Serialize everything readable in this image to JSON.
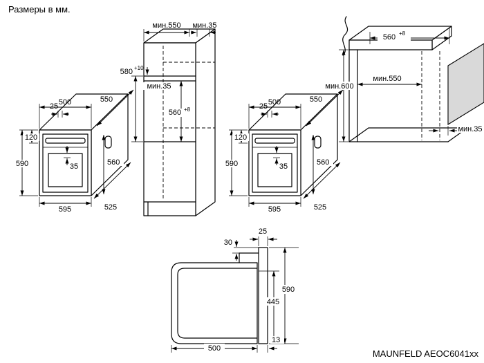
{
  "page": {
    "units_note": "Размеры в мм.",
    "model": "MAUNFELD AEOC6041xx"
  },
  "colors": {
    "line": "#000000",
    "wall_fill": "#d9d9d9",
    "background": "#ffffff"
  },
  "oven": {
    "top_clearance": "25",
    "width": "500",
    "depth": "550",
    "panel_height": "120",
    "height": "590",
    "door_inset": "35",
    "body_height": "560",
    "front_width": "595",
    "body_depth": "525"
  },
  "tall_cabinet": {
    "min_depth": "мин.550",
    "rear_gap": "мин.35",
    "niche_height": "580",
    "niche_height_tol": "+10",
    "shelf_gap": "мин.35",
    "niche_inner": "560",
    "niche_inner_tol": "+8"
  },
  "base_cabinet": {
    "niche_depth": "560",
    "niche_depth_tol": "+8",
    "min_height": "мин.600",
    "min_depth": "мин.550",
    "rear_gap": "мин.35"
  },
  "section": {
    "door_thickness": "25",
    "top_gap": "30",
    "height": "590",
    "inner_height": "445",
    "depth": "500",
    "door_bottom": "13"
  }
}
